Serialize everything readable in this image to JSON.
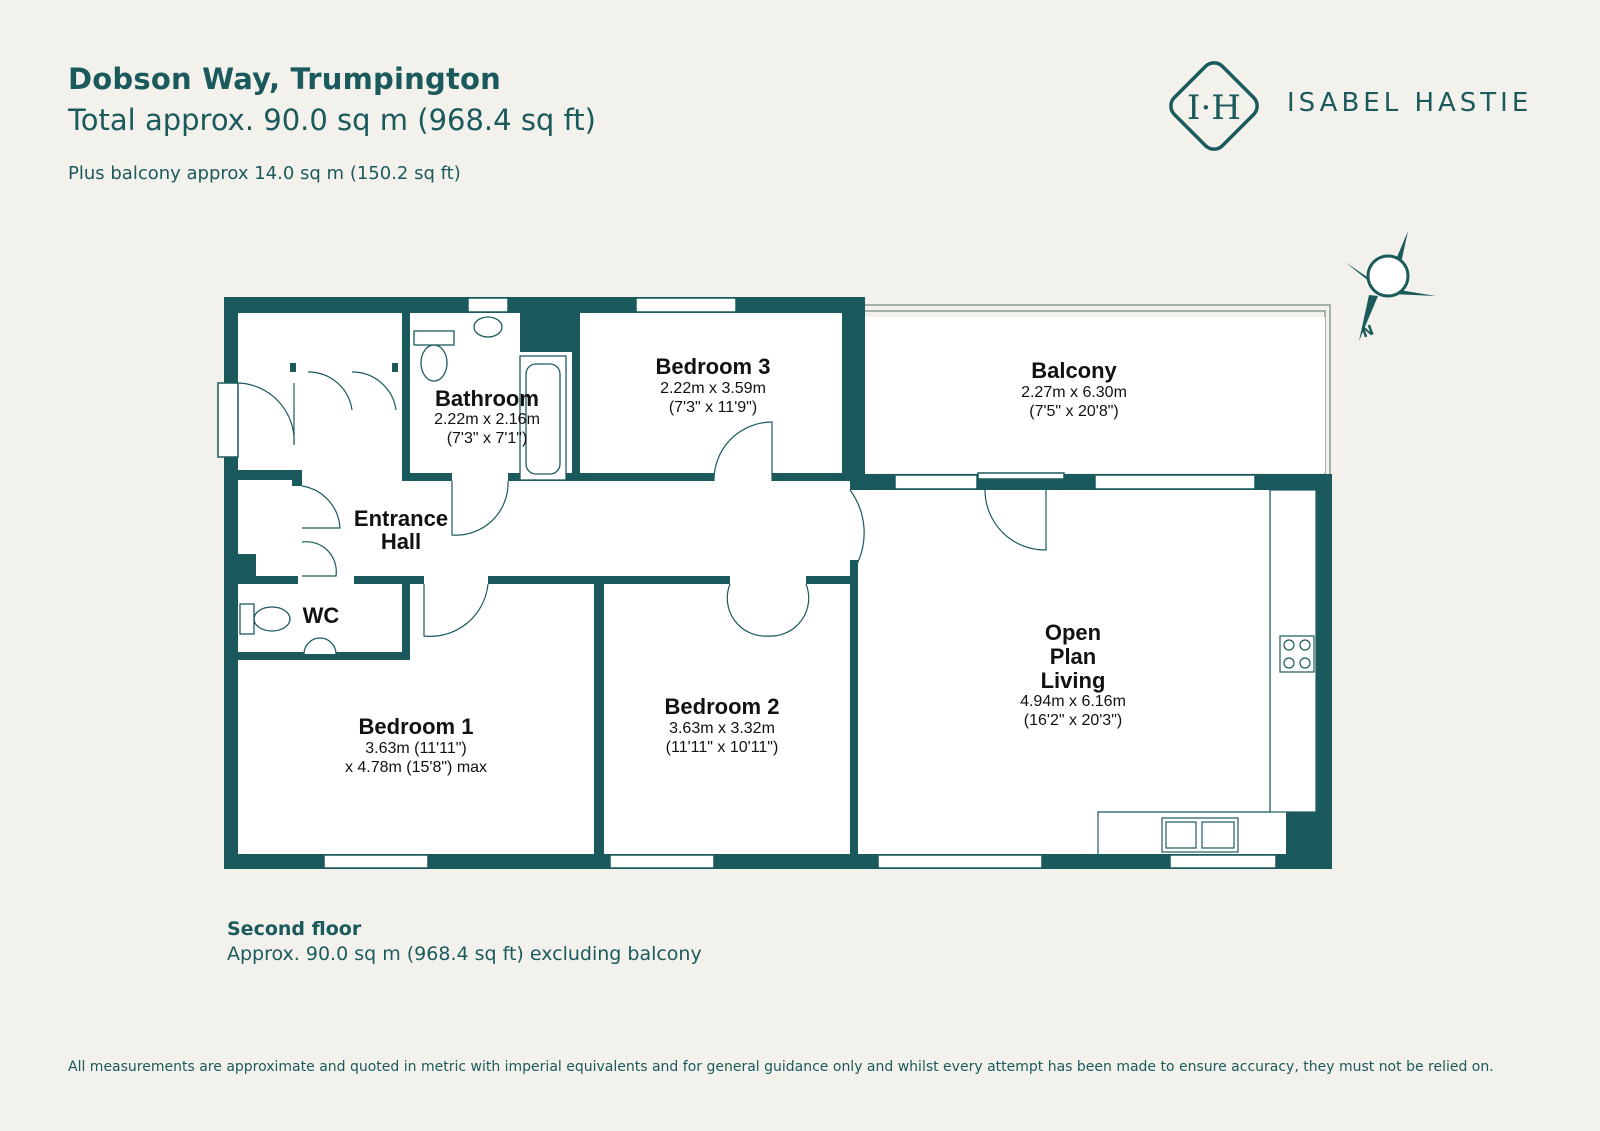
{
  "header": {
    "title": "Dobson Way, Trumpington",
    "subtitle": "Total approx. 90.0 sq m (968.4 sq ft)",
    "balcony_note": "Plus balcony approx 14.0 sq m (150.2 sq ft)"
  },
  "brand": {
    "monogram": "I·H",
    "name": "ISABEL HASTIE",
    "color": "#1b5a5c"
  },
  "compass": {
    "label": "N"
  },
  "rooms": {
    "bedroom3": {
      "name": "Bedroom 3",
      "dim1": "2.22m x 3.59m",
      "dim2": "(7'3\" x 11'9\")"
    },
    "balcony": {
      "name": "Balcony",
      "dim1": "2.27m x 6.30m",
      "dim2": "(7'5\" x 20'8\")"
    },
    "bathroom": {
      "name": "Bathroom",
      "dim1": "2.22m x 2.16m",
      "dim2": "(7'3\" x 7'1\")"
    },
    "hall": {
      "name_line1": "Entrance",
      "name_line2": "Hall"
    },
    "wc": {
      "name": "WC"
    },
    "bedroom1": {
      "name": "Bedroom 1",
      "dim1": "3.63m (11'11\")",
      "dim2": "x 4.78m (15'8\") max"
    },
    "bedroom2": {
      "name": "Bedroom 2",
      "dim1": "3.63m x 3.32m",
      "dim2": "(11'11\" x 10'11\")"
    },
    "living": {
      "name_line1": "Open",
      "name_line2": "Plan",
      "name_line3": "Living",
      "dim1": "4.94m x 6.16m",
      "dim2": "(16'2\" x 20'3\")"
    }
  },
  "footer": {
    "floor_label": "Second floor",
    "floor_area": "Approx. 90.0 sq m (968.4 sq ft) excluding balcony",
    "disclaimer": "All measurements are approximate and quoted in metric with imperial equivalents and for general guidance only and whilst every attempt has been made to ensure accuracy, they must not be relied on."
  }
}
